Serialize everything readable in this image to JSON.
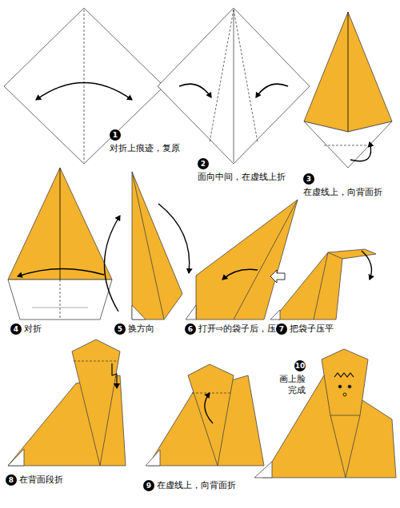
{
  "diagram": {
    "nodes": [
      {
        "text": [
          "1",
          "对折上痕迹，复原"
        ]
      },
      {
        "text": [
          "2",
          "面向中间，在虚线上折"
        ]
      },
      {
        "text": [
          "3",
          "在虚线上，向背面折"
        ]
      },
      {
        "text": [
          "4",
          "对折"
        ]
      },
      {
        "text": [
          "5",
          "换方向"
        ]
      },
      {
        "text": [
          "6",
          "打开⇨的袋子后，压平"
        ]
      },
      {
        "text": [
          "7",
          "把袋子压平"
        ]
      },
      {
        "text": [
          "8",
          "在背面段折"
        ]
      },
      {
        "text": [
          "9",
          "在虚线上，向背面折"
        ]
      },
      {
        "text": [
          "10",
          "画上脸 完成"
        ]
      }
    ]
  }
}
